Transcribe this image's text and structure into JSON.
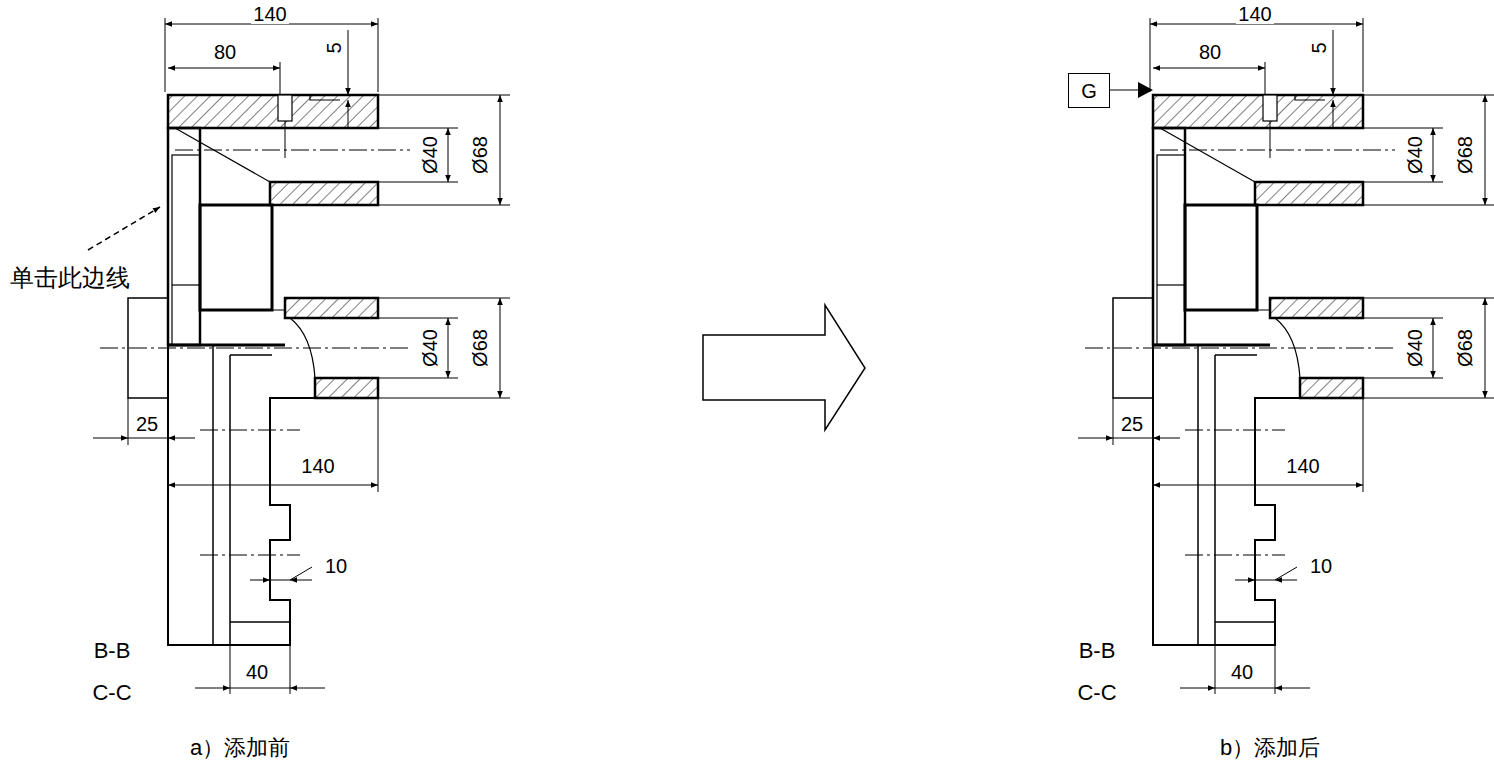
{
  "diagram": {
    "nodes": [
      {
        "text": [
          "G"
        ]
      }
    ],
    "labels": [
      "140",
      "80",
      "5",
      "Ø40",
      "Ø68",
      "Ø40",
      "Ø68",
      "单击此边线",
      "25",
      "140",
      "10",
      "B-B",
      "C-C",
      "40",
      "a）添加前",
      "140",
      "80",
      "5",
      "Ø40",
      "Ø68",
      "Ø40",
      "Ø68",
      "25",
      "140",
      "10",
      "B-B",
      "C-C",
      "40",
      "b）添加后"
    ]
  }
}
